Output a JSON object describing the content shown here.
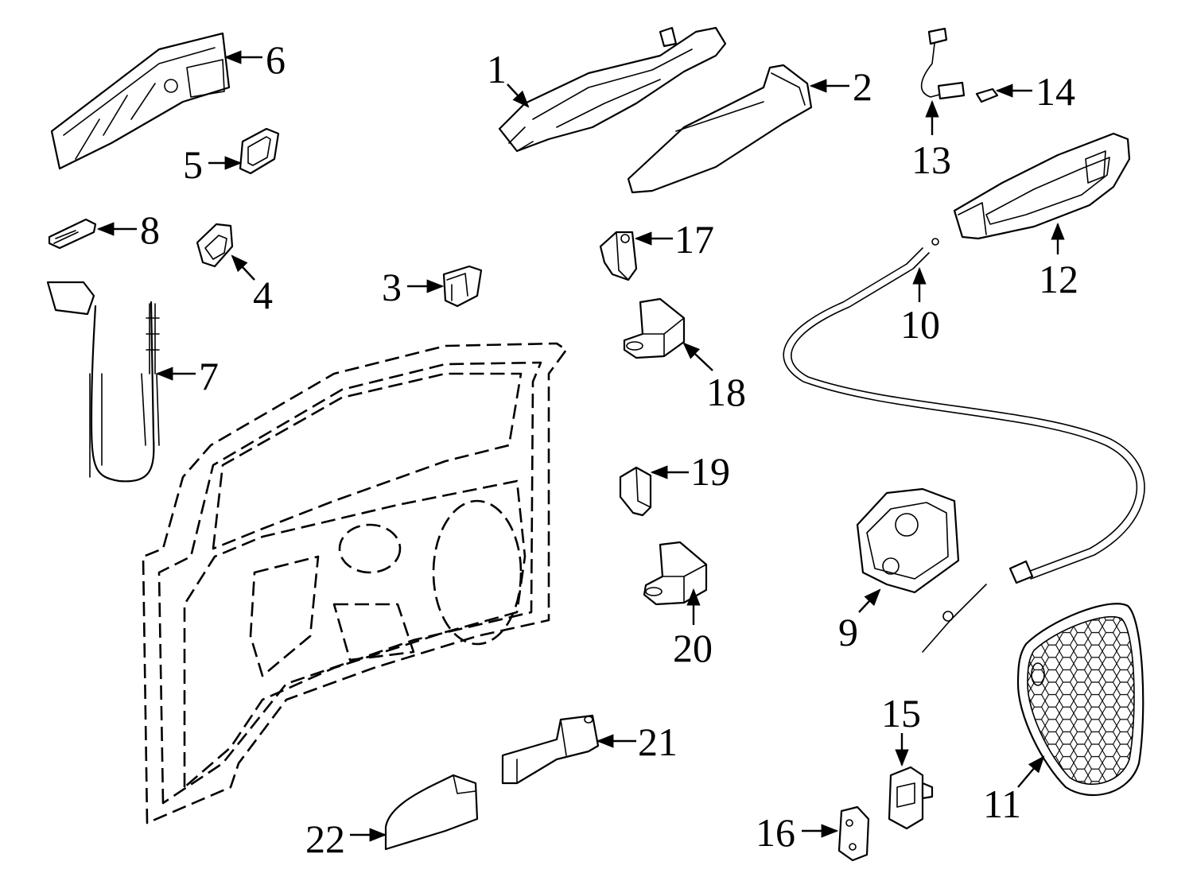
{
  "diagram": {
    "highlight_color": "#a9d2ea",
    "callouts": {
      "c1": "1",
      "c2": "2",
      "c3": "3",
      "c4": "4",
      "c5": "5",
      "c6": "6",
      "c7": "7",
      "c8": "8",
      "c9": "9",
      "c10": "10",
      "c11": "11",
      "c12": "12",
      "c13": "13",
      "c14": "14",
      "c15": "15",
      "c16": "16",
      "c17": "17",
      "c18": "18",
      "c19": "19",
      "c20": "20",
      "c21": "21",
      "c22": "22"
    }
  }
}
